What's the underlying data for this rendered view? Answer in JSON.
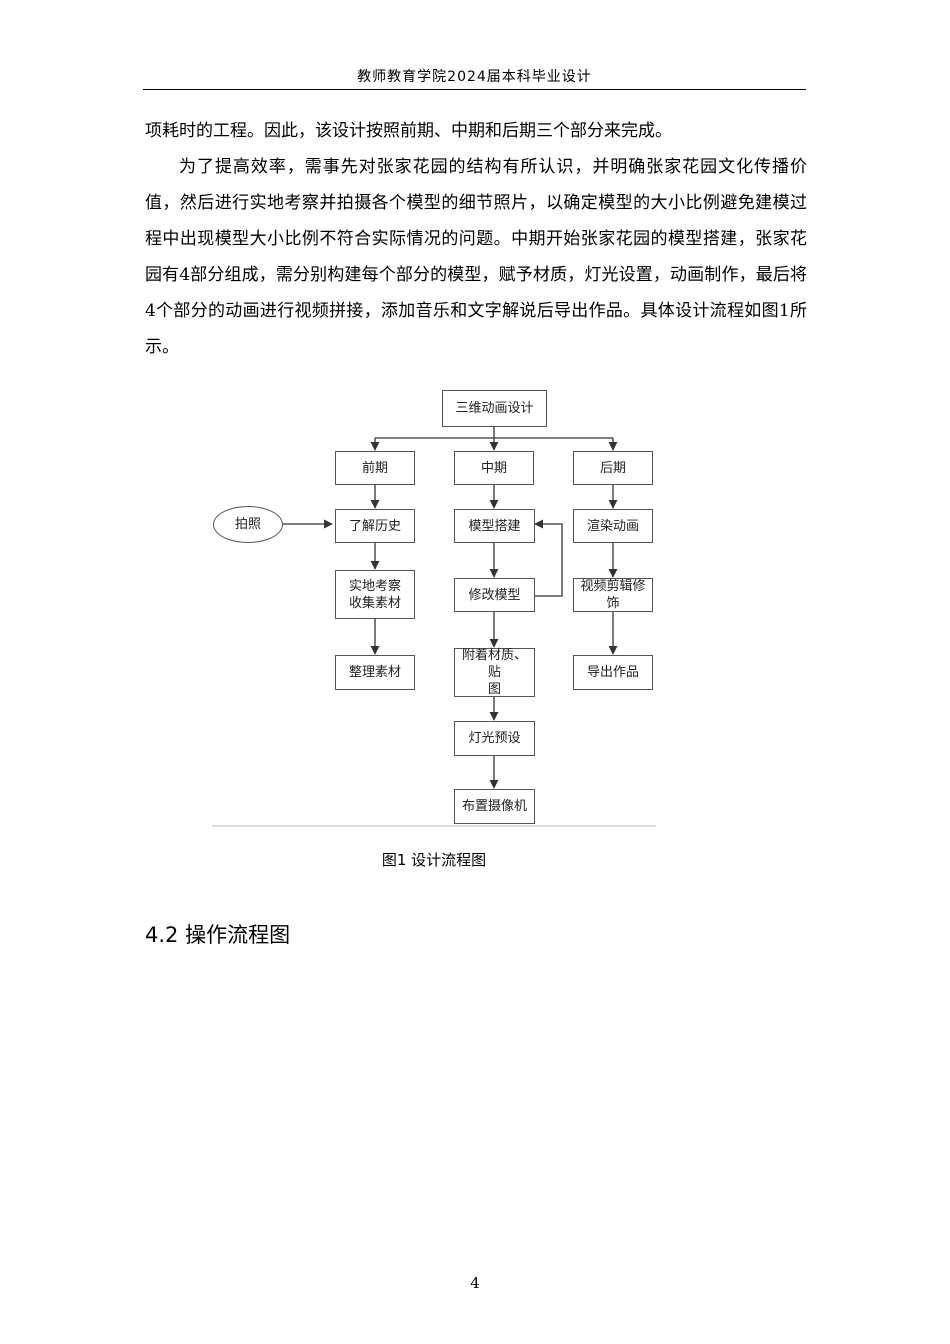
{
  "header": {
    "title": "教师教育学院2024届本科毕业设计"
  },
  "body": {
    "paragraphs": [
      "项耗时的工程。因此，该设计按照前期、中期和后期三个部分来完成。",
      "为了提高效率，需事先对张家花园的结构有所认识，并明确张家花园文化传播价值，然后进行实地考察并拍摄各个模型的细节照片，以确定模型的大小比例避免建模过程中出现模型大小比例不符合实际情况的问题。中期开始张家花园的模型搭建，张家花园有4部分组成，需分别构建每个部分的模型，赋予材质，灯光设置，动画制作，最后将4个部分的动画进行视频拼接，添加音乐和文字解说后导出作品。具体设计流程如图1所示。"
    ]
  },
  "diagram": {
    "root": "三维动画设计",
    "photo": "拍照",
    "early": {
      "title": "前期",
      "steps": [
        "了解历史",
        "实地考察\n收集素材",
        "整理素材"
      ]
    },
    "middle": {
      "title": "中期",
      "steps": [
        "模型搭建",
        "修改模型",
        "附着材质、贴\n图",
        "灯光预设",
        "布置摄像机"
      ]
    },
    "late": {
      "title": "后期",
      "steps": [
        "渲染动画",
        "视频剪辑修饰",
        "导出作品"
      ]
    }
  },
  "caption": "图1  设计流程图",
  "section": {
    "heading": "4.2  操作流程图"
  },
  "page_number": "4"
}
